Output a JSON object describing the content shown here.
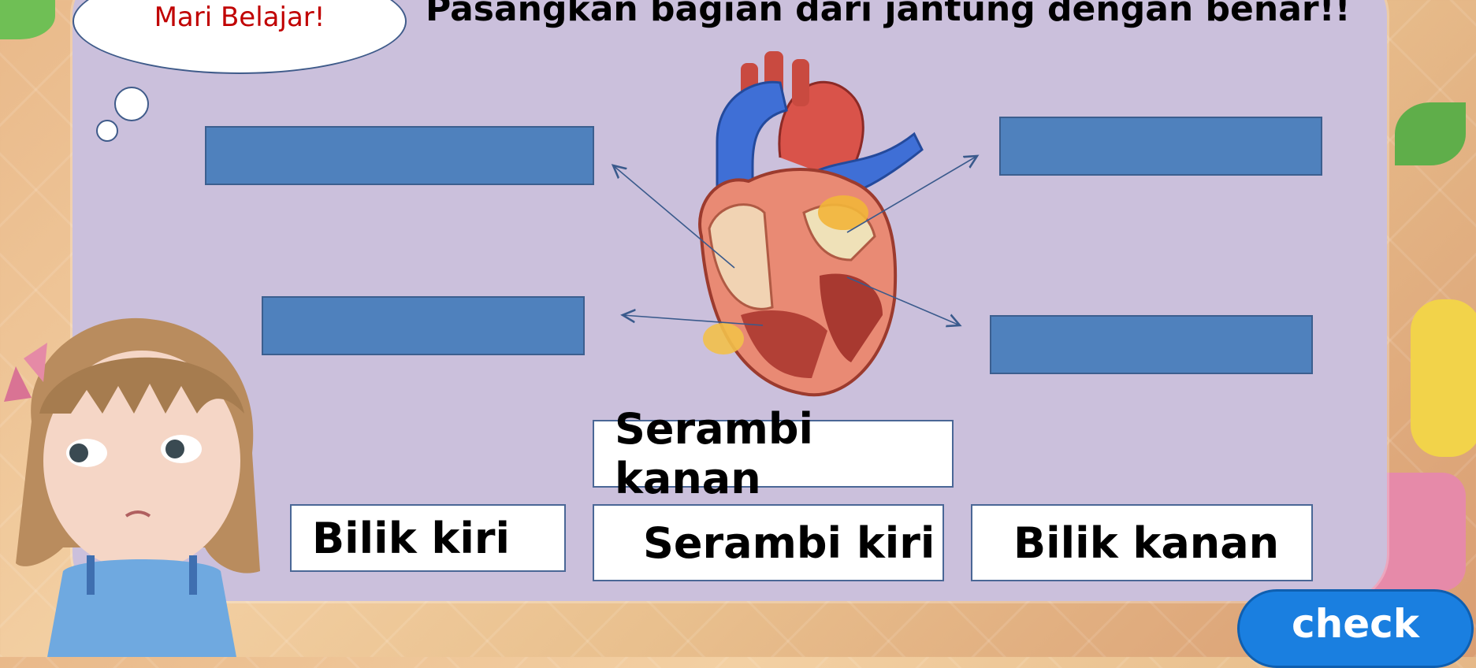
{
  "header": {
    "bubble_text": "Mari Belajar!",
    "title": "Pasangkan bagian dari jantung dengan benar!!"
  },
  "targets": [
    {
      "id": "target-top-left",
      "value": ""
    },
    {
      "id": "target-top-right",
      "value": ""
    },
    {
      "id": "target-bottom-left",
      "value": ""
    },
    {
      "id": "target-bottom-right",
      "value": ""
    }
  ],
  "labels": [
    {
      "text": "Serambi kanan"
    },
    {
      "text": "Bilik kiri"
    },
    {
      "text": "Serambi kiri"
    },
    {
      "text": "Bilik kanan"
    }
  ],
  "check_button": {
    "label": "check"
  },
  "colors": {
    "panel": "#cbc0dc",
    "target_fill": "#4f81bd",
    "button": "#1a7fe0",
    "bubble_text": "#c00000"
  },
  "icons": {
    "heart_illustration": "heart-anatomy-image",
    "character": "girl-character-image"
  }
}
